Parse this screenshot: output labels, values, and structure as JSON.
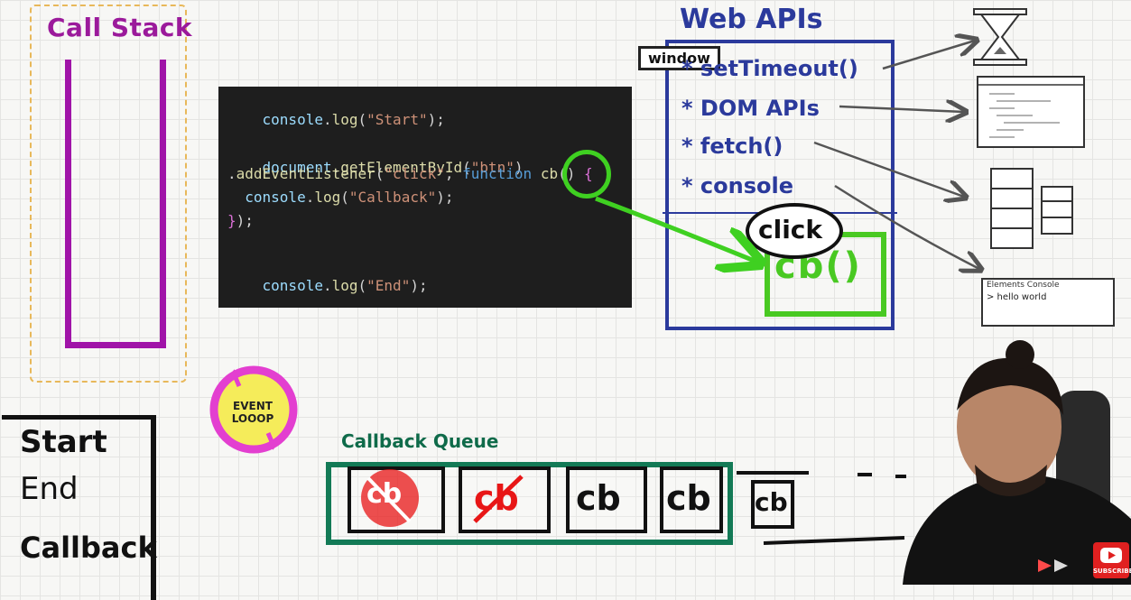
{
  "call_stack": {
    "title": "Call Stack"
  },
  "code": {
    "lines": [
      "console.log(\"Start\");",
      "document.getElementById(\"btn\")",
      ".addEventListener(\"click\", function cb() {",
      "  console.log(\"Callback\");",
      "});",
      "console.log(\"End\");"
    ]
  },
  "web_apis": {
    "title": "Web APIs",
    "window_label": "window",
    "items": [
      "* setTimeout()",
      "* DOM APIs",
      "* fetch()",
      "* console"
    ],
    "click_label": "click",
    "registered_callback": "cb()"
  },
  "console_panel": {
    "tabs": "Elements   Console",
    "output": "> hello world"
  },
  "event_loop": {
    "label": "EVENT LOOOP"
  },
  "console_output": {
    "lines": [
      "Start",
      "End",
      "Callback"
    ]
  },
  "callback_queue": {
    "title": "Callback Queue",
    "items": [
      "cb",
      "cb",
      "cb",
      "cb",
      "cb"
    ]
  },
  "badge": {
    "label": "SUBSCRIBE"
  },
  "colors": {
    "call_stack": "#a014a8",
    "web_apis": "#2b3a9c",
    "queue": "#137a56",
    "callback_green": "#49c922",
    "crossed_out": "#e81616"
  }
}
